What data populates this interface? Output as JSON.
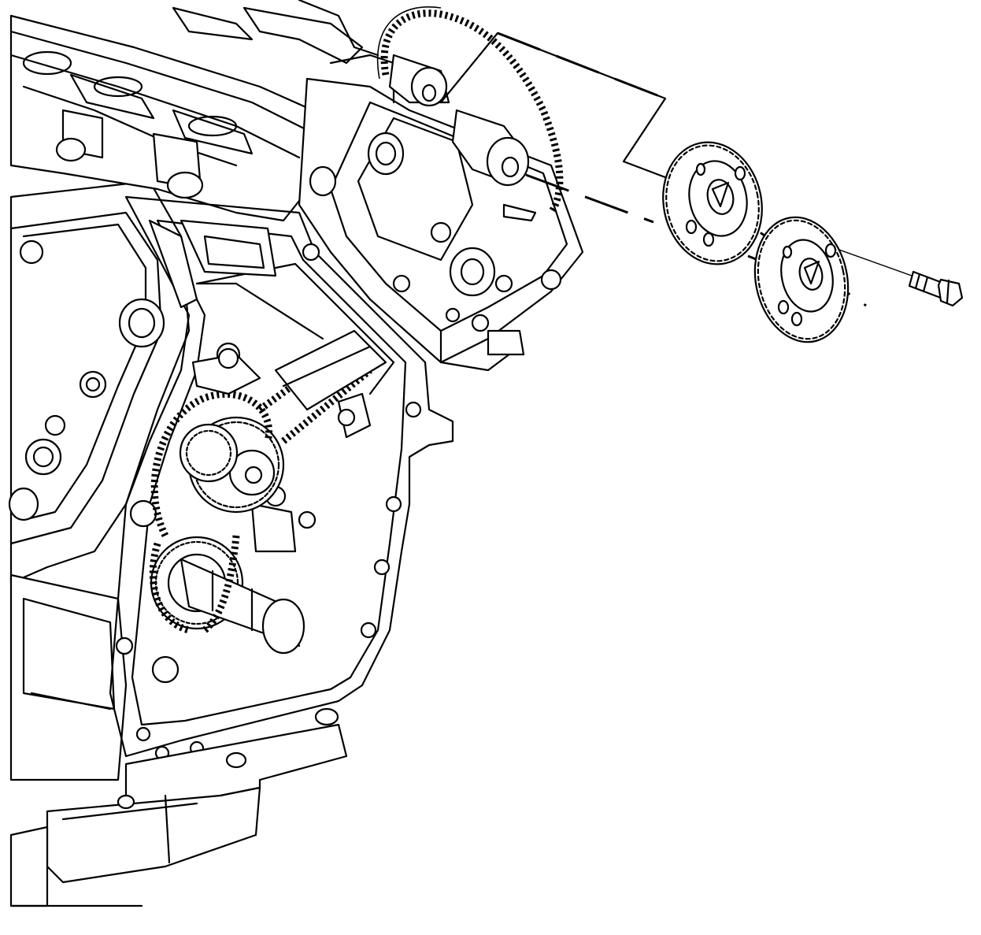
{
  "diagram": {
    "colors": {
      "line": "#000000",
      "background": "#ffffff"
    },
    "parts": [
      "engine-block",
      "cylinder-head",
      "cam-bearing-cap",
      "timing-chain-upper",
      "timing-chain-lower",
      "crankshaft-sprocket",
      "idler-sprocket",
      "intake-camshaft-sprocket",
      "exhaust-camshaft-sprocket",
      "sprocket-bolt",
      "oil-pan"
    ]
  }
}
